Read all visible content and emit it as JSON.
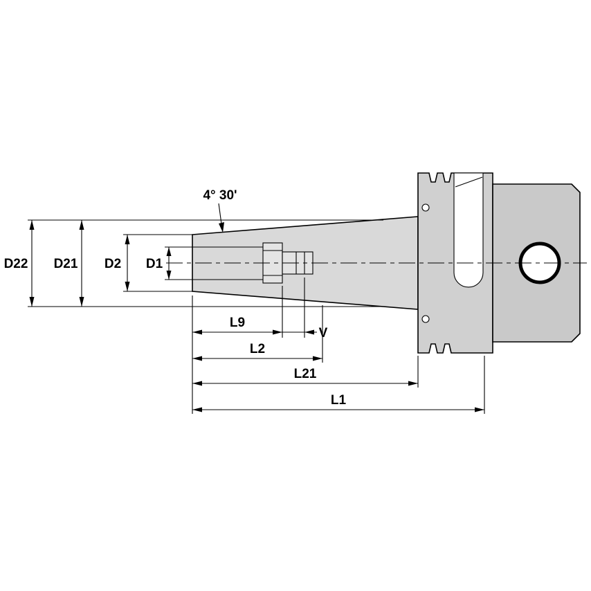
{
  "diagram": {
    "colors": {
      "outline": "#000000",
      "taper_fill": "#d9d9d9",
      "flange_fill": "#d0d0d0",
      "rear_fill": "#c9c9c9",
      "screw_fill": "#e4e4e4",
      "feature_fill": "#ffffff",
      "background": "#ffffff"
    },
    "labels": {
      "d22": "D22",
      "d21": "D21",
      "d2": "D2",
      "d1": "D1",
      "angle": "4° 30'",
      "l9": "L9",
      "v": "V",
      "l2": "L2",
      "l21": "L21",
      "l1": "L1"
    }
  }
}
